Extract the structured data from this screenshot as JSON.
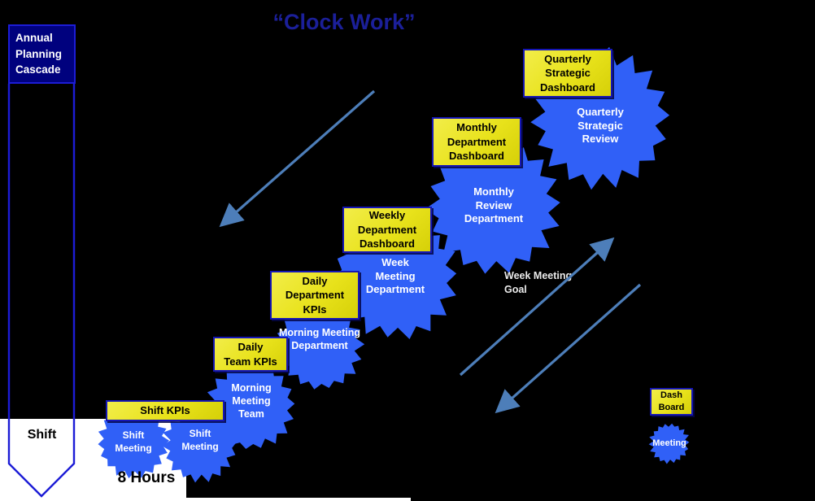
{
  "title": "“Clock Work”",
  "banner": {
    "label": "Annual\nPlanning\nCascade",
    "shift_label": "Shift",
    "duration_label": "8 Hours"
  },
  "dashboards": [
    {
      "id": "shift-kpis",
      "label": "Shift  KPIs"
    },
    {
      "id": "daily-team-kpis",
      "label": "Daily\nTeam KPIs"
    },
    {
      "id": "daily-department-kpis",
      "label": "Daily\nDepartment\nKPIs"
    },
    {
      "id": "weekly-department-dashboard",
      "label": "Weekly\nDepartment\nDashboard"
    },
    {
      "id": "monthly-department-dashboard",
      "label": "Monthly\nDepartment\nDashboard"
    },
    {
      "id": "quarterly-strategic-dashboard",
      "label": "Quarterly\nStrategic\nDashboard"
    },
    {
      "id": "legend-dashboard",
      "label": "Dash\nBoard"
    }
  ],
  "meetings": [
    {
      "id": "shift-meeting-1",
      "label": "Shift\nMeeting"
    },
    {
      "id": "shift-meeting-2",
      "label": "Shift\nMeeting"
    },
    {
      "id": "morning-meeting-team",
      "label": "Morning\nMeeting\nTeam"
    },
    {
      "id": "morning-meeting-department",
      "label": "Morning Meeting\nDepartment"
    },
    {
      "id": "week-meeting-department",
      "label": "Week\nMeeting\nDepartment"
    },
    {
      "id": "monthly-review-department",
      "label": "Monthly\nReview\nDepartment"
    },
    {
      "id": "quarterly-strategic-review",
      "label": "Quarterly\nStrategic\nReview"
    },
    {
      "id": "legend-meeting",
      "label": "Meeting"
    }
  ],
  "annotations": {
    "week_meeting_goal": "Week Meeting\nGoal"
  },
  "colors": {
    "background": "#000000",
    "white": "#FFFFFF",
    "meeting_blue": "#3060F7",
    "dashboard_yellow": "#E8E21B",
    "dashboard_border": "#1516B6",
    "banner_fill": "#00017E",
    "banner_border": "#1C1CD6",
    "arrow": "#4D7EB9",
    "title_blue": "#1B1F99"
  }
}
